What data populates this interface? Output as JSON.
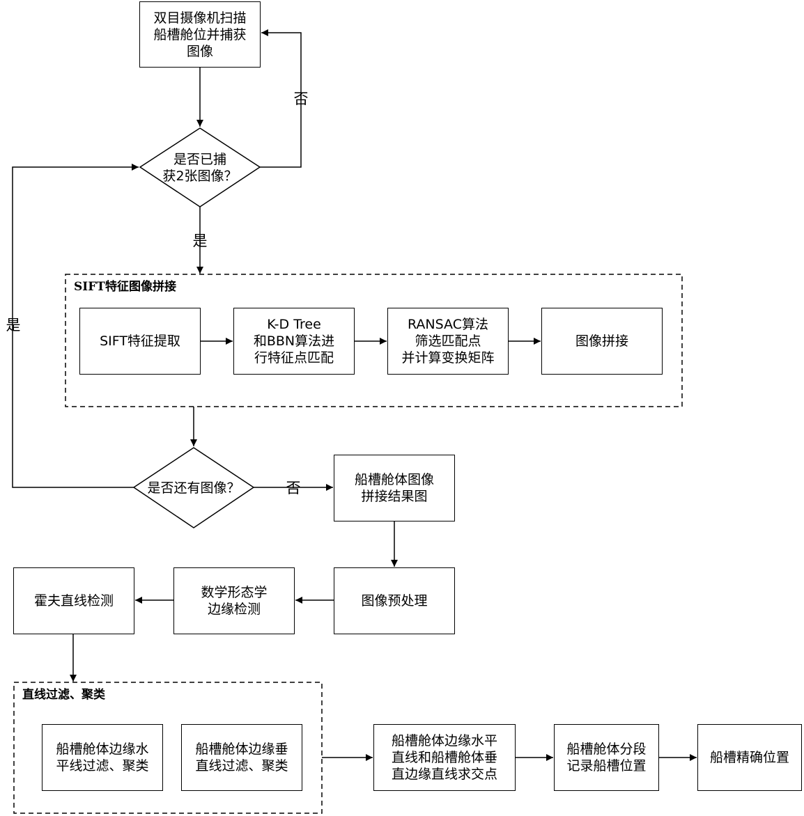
{
  "nodes": {
    "capture": "双目摄像机扫描\n船槽舱位并捕获\n图像",
    "check_two": "是否已捕\n获2张图像？",
    "sift_extract": "SIFT特征提取",
    "kd_tree": "K-D  Tree\n和BBN算法进\n行特征点匹配",
    "ransac": "RANSAC算法\n筛选匹配点\n并计算变换矩阵",
    "stitch": "图像拼接",
    "check_more": "是否还有图像？",
    "stitch_result": "船槽舱体图像\n拼接结果图",
    "preprocess": "图像预处理",
    "morphology": "数学形态学\n边缘检测",
    "hough": "霍夫直线检测",
    "horiz_filter": "船槽舱体边缘水\n平线过滤、聚类",
    "vert_filter": "船槽舱体边缘垂\n直线过滤、聚类",
    "intersect": "船槽舱体边缘水平\n直线和船槽舱体垂\n直边缘直线求交点",
    "segment": "船槽舱体分段\n记录船槽位置",
    "final": "船槽精确位置"
  },
  "groups": {
    "sift_group": "SIFT特征图像拼接",
    "line_group": "直线过滤、聚类"
  },
  "edge_labels": {
    "no_retry": "否",
    "yes_continue": "是",
    "yes_loop": "是",
    "no_done": "否"
  }
}
